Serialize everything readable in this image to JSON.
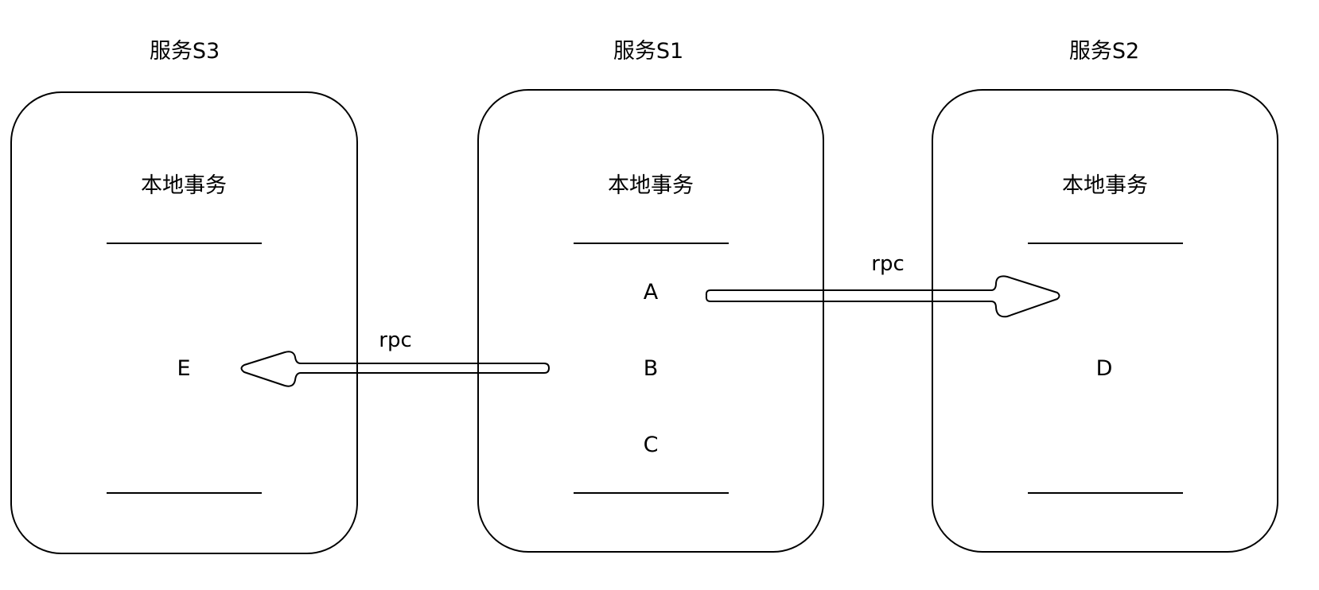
{
  "services": {
    "s3": {
      "title": "服务S3",
      "heading": "本地事务",
      "steps": [
        "E"
      ]
    },
    "s1": {
      "title": "服务S1",
      "heading": "本地事务",
      "steps": [
        "A",
        "B",
        "C"
      ]
    },
    "s2": {
      "title": "服务S2",
      "heading": "本地事务",
      "steps": [
        "D"
      ]
    }
  },
  "calls": [
    {
      "label": "rpc",
      "from": "A",
      "to": "D"
    },
    {
      "label": "rpc",
      "from": "B",
      "to": "E"
    }
  ]
}
